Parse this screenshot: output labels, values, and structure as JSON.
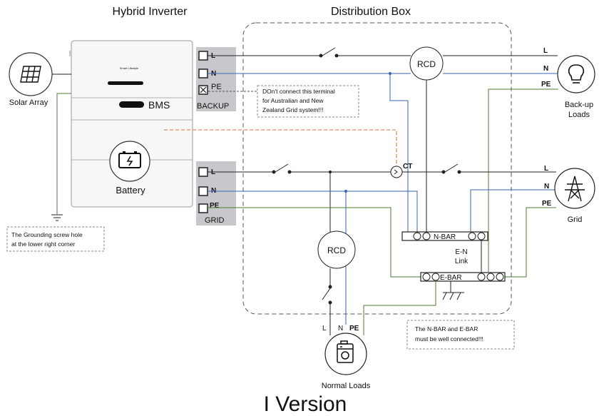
{
  "titles": {
    "inverter": "Hybrid Inverter",
    "distribution_box": "Distribution Box",
    "version": "I Version"
  },
  "inverter": {
    "brand": "Smart Lifestyle",
    "bms": "BMS",
    "battery": "Battery"
  },
  "solar": {
    "label": "Solar Array"
  },
  "backup_port": {
    "l": "L",
    "n": "N",
    "pe": "PE",
    "name": "BACKUP"
  },
  "grid_port": {
    "l": "L",
    "n": "N",
    "pe": "PE",
    "name": "GRID"
  },
  "notes": {
    "pe_line1": "DOn't connect this terminal",
    "pe_line2": "for Australian and New",
    "pe_line3": "Zealand Grid system!!!",
    "ground_line1": "The Grounding screw hole",
    "ground_line2": "at the lower right corner",
    "bar_line1": "The N-BAR and E-BAR",
    "bar_line2": "must be well connected!!!"
  },
  "box": {
    "rcd_top": "RCD",
    "rcd_bottom": "RCD",
    "ct": "CT",
    "n_bar": "N-BAR",
    "e_bar": "E-BAR",
    "en_link_1": "E-N",
    "en_link_2": "Link"
  },
  "backup_loads": {
    "l": "L",
    "n": "N",
    "pe": "PE",
    "label_1": "Back-up",
    "label_2": "Loads"
  },
  "grid": {
    "l": "L",
    "n": "N",
    "pe": "PE",
    "label": "Grid"
  },
  "normal_loads": {
    "l": "L",
    "n": "N",
    "pe": "PE",
    "label": "Normal Loads"
  },
  "colors": {
    "neutral": "#3a63b5",
    "earth": "#4d7a3a",
    "comm": "#d0743c",
    "line": "#222222",
    "port_bg": "#c8c8cc",
    "enclosure": "#555555"
  },
  "icons": {
    "solar": "solar-panel-icon",
    "battery": "battery-icon",
    "bulb": "light-bulb-icon",
    "pylon": "power-pylon-icon",
    "appliance": "washing-machine-icon",
    "switch": "switch-icon",
    "ground": "ground-icon"
  }
}
